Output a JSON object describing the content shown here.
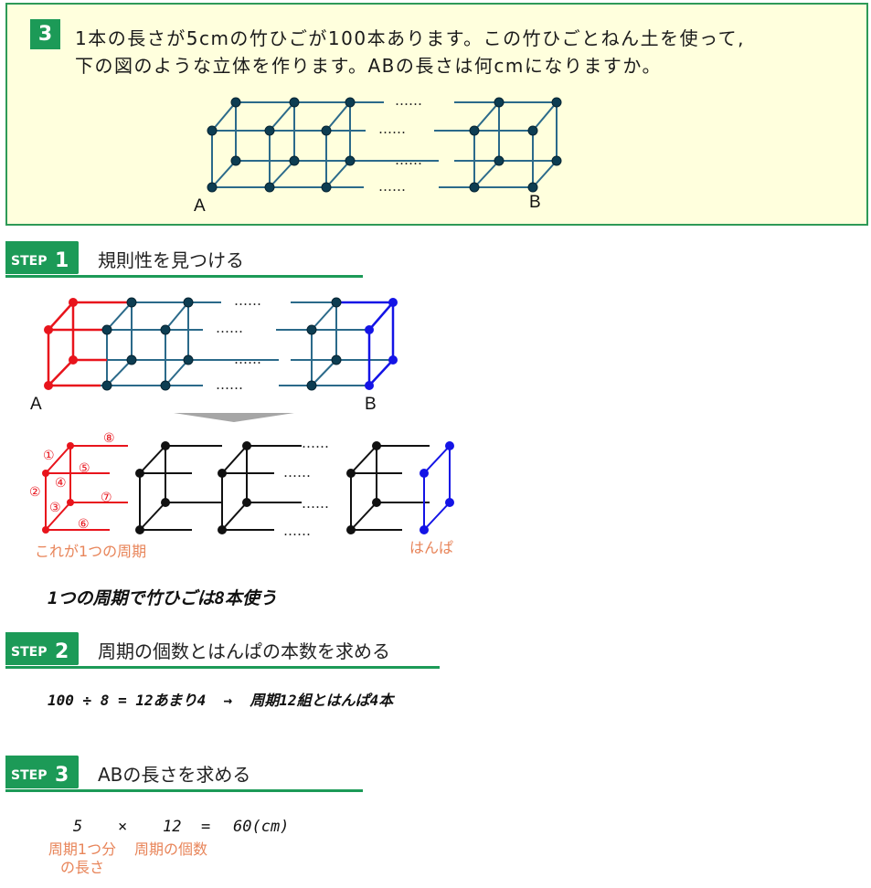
{
  "problem": {
    "number": "3",
    "text_line1": "1本の長さが5cmの竹ひごが100本あります。この竹ひごとねん土を使って,",
    "text_line2": "下の図のような立体を作ります。ABの長さは何cmになりますか。",
    "dots": "……",
    "label_a": "A",
    "label_b": "B"
  },
  "step1": {
    "step_word": "STEP",
    "step_num": "1",
    "title": "規則性を見つける",
    "label_a": "A",
    "label_b": "B",
    "dots": "……",
    "markers": [
      "①",
      "②",
      "③",
      "④",
      "⑤",
      "⑥",
      "⑦",
      "⑧"
    ],
    "note_period": "これが1つの周期",
    "note_extra": "はんぱ",
    "conclusion": "1つの周期で竹ひごは8本使う"
  },
  "step2": {
    "step_word": "STEP",
    "step_num": "2",
    "title": "周期の個数とはんぱの本数を求める",
    "calc": "100 ÷ 8 = 12あまり4  →  周期12組とはんぱ4本"
  },
  "step3": {
    "step_word": "STEP",
    "step_num": "3",
    "title": "ABの長さを求める",
    "val1": "5",
    "op1": "×",
    "val2": "12",
    "op2": "=",
    "result": "60(cm)",
    "note1_line1": "周期1つ分",
    "note1_line2": "の長さ",
    "note2": "周期の個数"
  },
  "colors": {
    "green": "#1c9a57",
    "teal_line": "#2b6a8a",
    "red": "#e8141c",
    "blue": "#1414e6",
    "orange_note": "#e8855a",
    "problem_bg": "#ffffdd"
  }
}
